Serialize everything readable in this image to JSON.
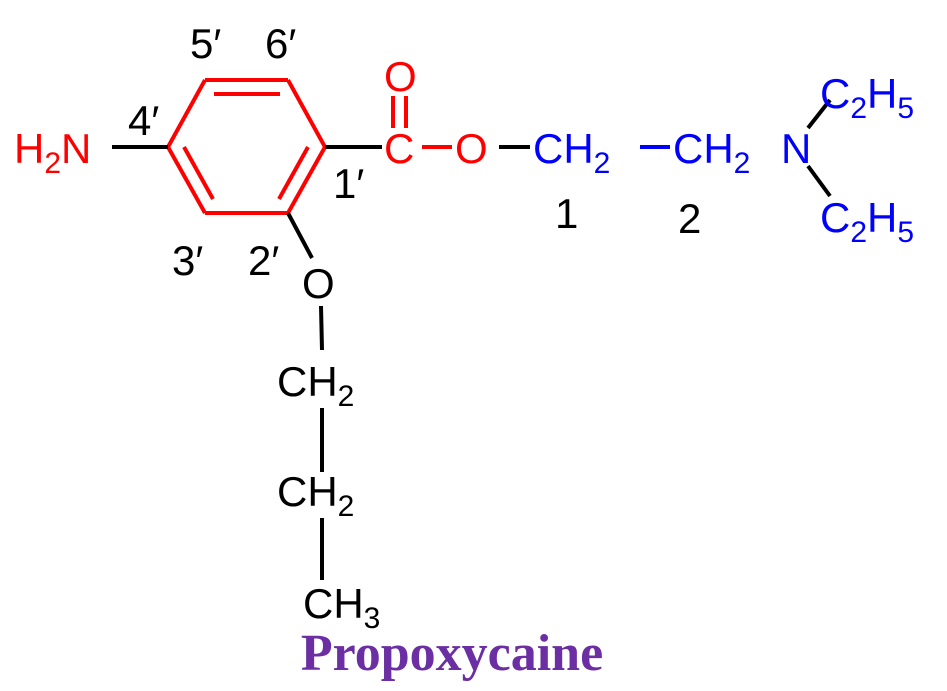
{
  "title": "Propoxycaine",
  "colors": {
    "amine": "#ff0000",
    "ring": "#ff0000",
    "ester": "#ff0000",
    "chain": "#0000ff",
    "black": "#000000",
    "title": "#6b2fa3"
  },
  "atoms": {
    "amine_h": "H",
    "amine_sub": "2",
    "amine_n": "N",
    "carbonyl_o": "O",
    "carbonyl_c": "C",
    "ester_o": "O",
    "ether_o": "O",
    "ch2_c": "CH",
    "ch2_sub": "2",
    "ch3_c": "CH",
    "ch3_sub": "3",
    "n_amine": "N",
    "ethyl_c": "C",
    "ethyl_sub_c": "2",
    "ethyl_h": "H",
    "ethyl_sub_h": "5"
  },
  "locants": {
    "p1": "1′",
    "p2": "2′",
    "p3": "3′",
    "p4": "4′",
    "p5": "5′",
    "p6": "6′",
    "c1": "1",
    "c2": "2"
  }
}
